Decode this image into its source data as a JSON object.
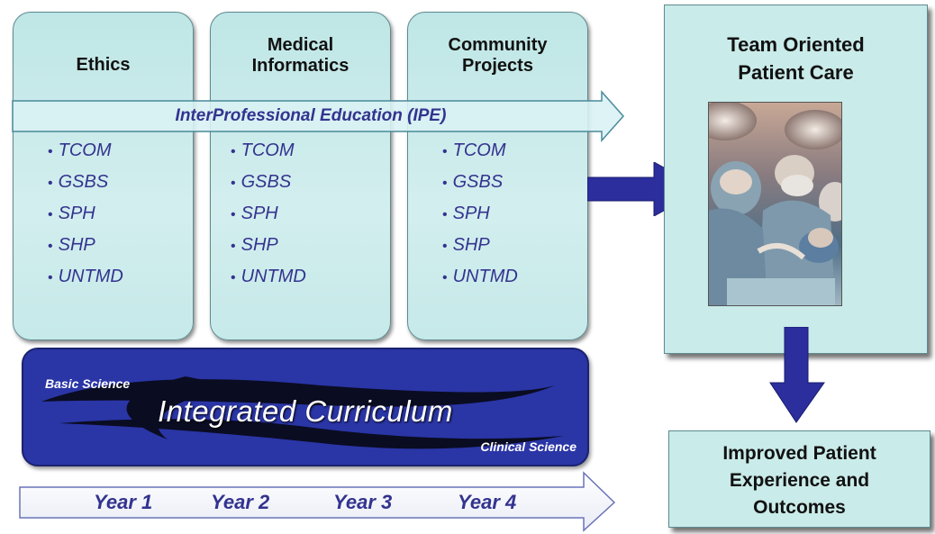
{
  "columns": [
    {
      "title": "Ethics",
      "items": [
        "TCOM",
        "GSBS",
        "SPH",
        "SHP",
        "UNTMD"
      ]
    },
    {
      "title": "Medical\nInformatics",
      "items": [
        "TCOM",
        "GSBS",
        "SPH",
        "SHP",
        "UNTMD"
      ]
    },
    {
      "title": "Community\nProjects",
      "items": [
        "TCOM",
        "GSBS",
        "SPH",
        "SHP",
        "UNTMD"
      ]
    }
  ],
  "ipe": {
    "label": "InterProfessional Education (IPE)"
  },
  "team_care": {
    "title": "Team Oriented\nPatient Care",
    "image_description": "surgical-team-photo"
  },
  "outcomes": {
    "title": "Improved Patient\nExperience and\nOutcomes"
  },
  "curriculum": {
    "title": "Integrated Curriculum",
    "basic_label": "Basic Science",
    "clinical_label": "Clinical Science"
  },
  "years": [
    "Year 1",
    "Year 2",
    "Year 3",
    "Year 4"
  ],
  "colors": {
    "column_fill": "#c6e9e9",
    "text_blue": "#33338f",
    "arrow_blue": "#2b2e9c",
    "curriculum_fill": "#2a35a6"
  }
}
